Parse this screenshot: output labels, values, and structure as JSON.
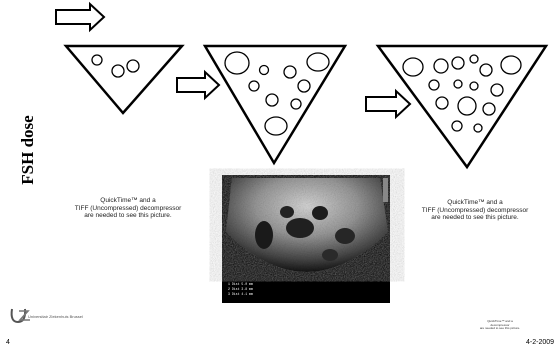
{
  "slide": {
    "axis_label": "FSH dose",
    "placeholder_left": [
      "QuickTime™ and a",
      "TIFF (Uncompressed) decompressor",
      "are needed to see this picture."
    ],
    "placeholder_right": [
      "QuickTime™ and a",
      "TIFF (Uncompressed) decompressor",
      "are needed to see this picture."
    ],
    "placeholder_small": [
      "QuickTime™ and a",
      "decompressor",
      "are needed to see this picture."
    ],
    "logo_text": "Universitair Ziekenhuis Brussel",
    "page_number": "4",
    "date": "4-2-2009",
    "ultrasound_measurements": [
      "1  Dist   5.0 mm",
      "2  Dist   3.8 mm",
      "3  Dist   4.1 mm"
    ]
  },
  "diagram": {
    "triangles": [
      "low-dose",
      "medium-dose",
      "high-dose"
    ],
    "arrows": [
      "dose-arrow-1",
      "dose-arrow-2",
      "dose-arrow-3"
    ]
  }
}
